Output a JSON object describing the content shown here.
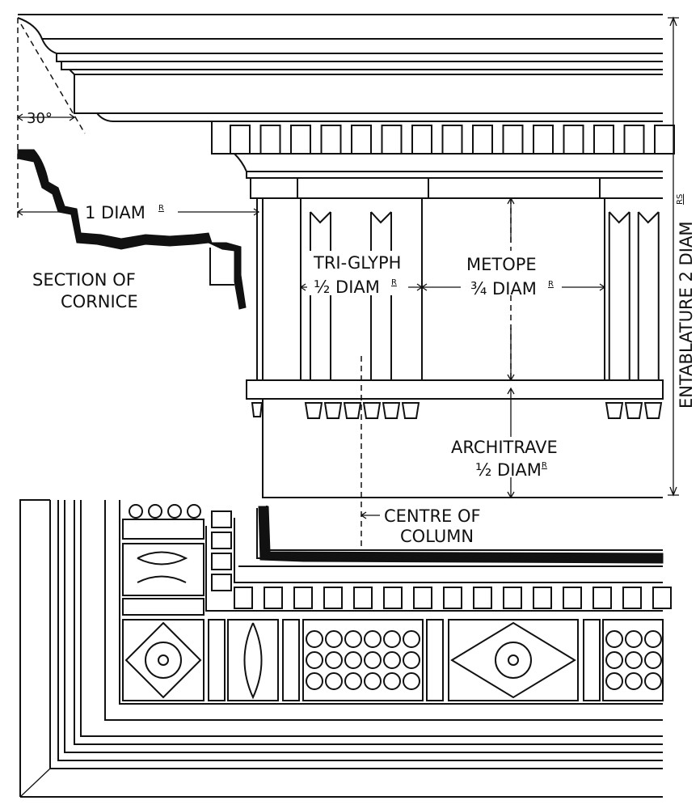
{
  "title": "Doric Entablature and Soffit of Cornice",
  "labels": {
    "angle": "30°",
    "one_diam": "1 DIAM",
    "one_diam_sup": "R",
    "section_line1": "SECTION OF",
    "section_line2": "CORNICE",
    "triglyph": "TRI-GLYPH",
    "triglyph_dim": "½ DIAM",
    "triglyph_sup": "R",
    "metope": "METOPE",
    "metope_dim": "¾ DIAM",
    "metope_sup": "R",
    "architrave": "ARCHITRAVE",
    "architrave_dim": "½ DIAM",
    "architrave_sup": "R",
    "centre_line1": "CENTRE OF",
    "centre_line2": "COLUMN",
    "entablature": "ENTABLATURE 2 DIAM",
    "entablature_sup": "RS"
  },
  "colors": {
    "ink": "#111111",
    "paper": "#ffffff"
  }
}
